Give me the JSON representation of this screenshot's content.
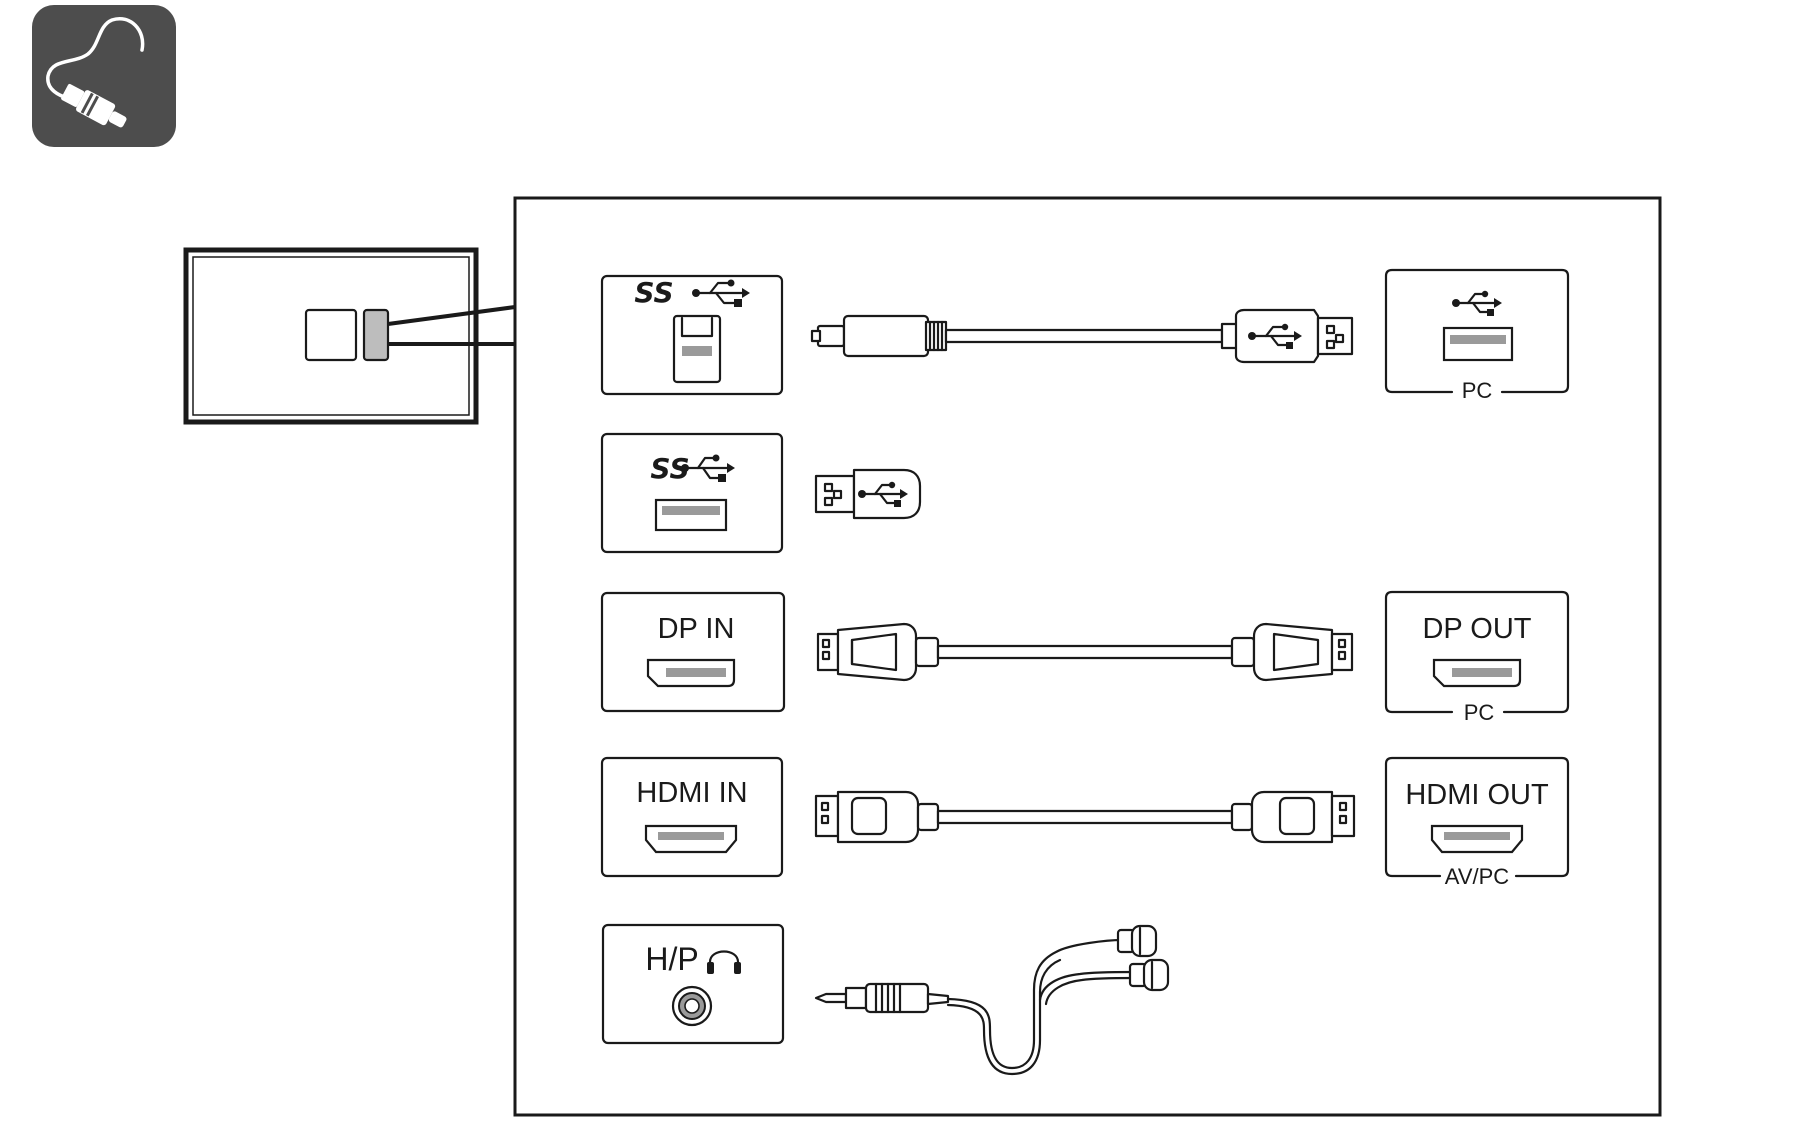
{
  "header": {
    "icon": "cable-connection-icon"
  },
  "ports": {
    "usb_up": {
      "ss_label": "SS",
      "usb_symbol": "usb-icon"
    },
    "usb_down": {
      "ss_label": "SS",
      "usb_symbol": "usb-icon"
    },
    "dp_in": {
      "label": "DP IN"
    },
    "hdmi_in": {
      "label": "HDMI IN"
    },
    "headphone": {
      "label": "H/P",
      "symbol": "headphone-icon"
    }
  },
  "devices": {
    "usb_pc": {
      "caption": "PC"
    },
    "dp_out": {
      "label": "DP OUT",
      "caption": "PC"
    },
    "hdmi_out": {
      "label": "HDMI OUT",
      "caption": "AV/PC"
    }
  },
  "colors": {
    "icon_bg": "#4d4d4d",
    "line": "#1a1a1a",
    "slot_fill": "#9a9a9a"
  }
}
